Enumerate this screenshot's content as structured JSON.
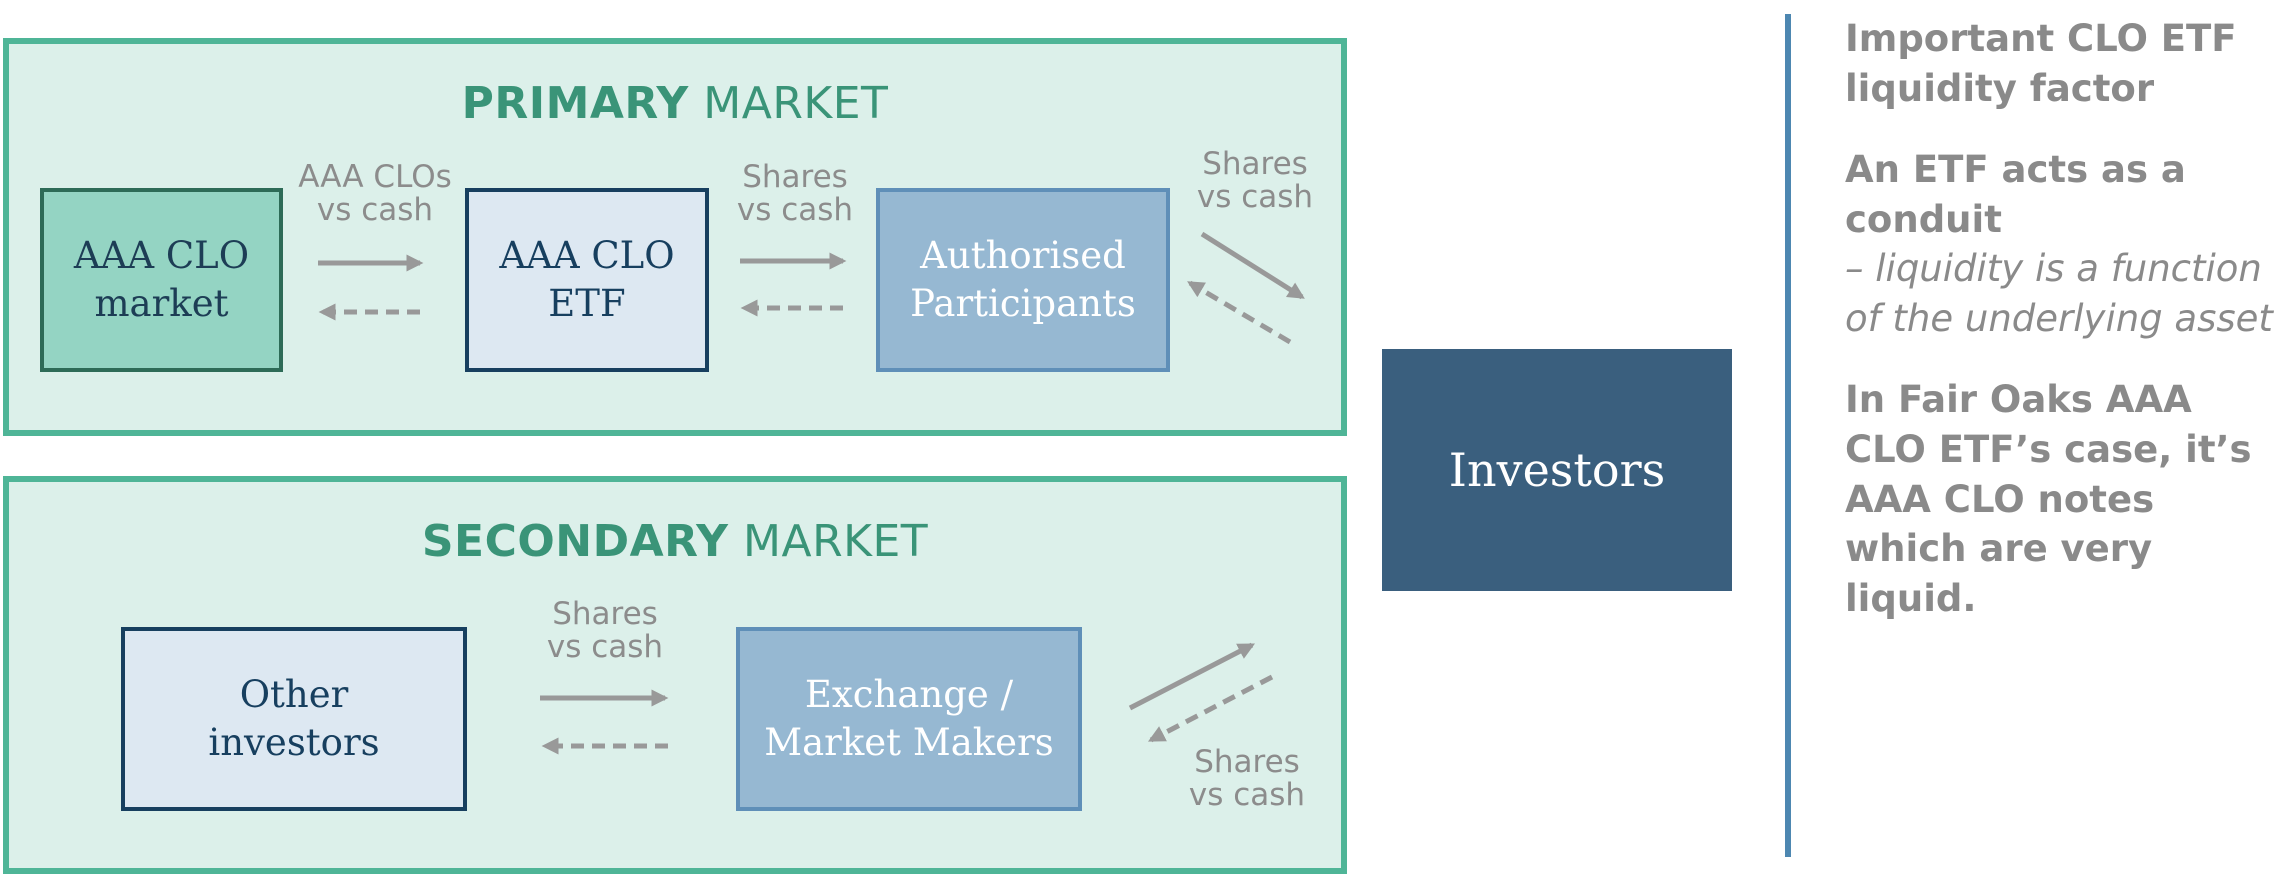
{
  "primary": {
    "title_bold": "PRIMARY",
    "title_light": " MARKET",
    "boxes": {
      "clo_market": "AAA CLO\nmarket",
      "clo_etf": "AAA CLO\nETF",
      "authorised": "Authorised\nParticipants"
    },
    "labels": {
      "clos_vs_cash": "AAA CLOs\nvs cash",
      "shares_vs_cash_1": "Shares\nvs cash",
      "shares_vs_cash_2": "Shares\nvs cash"
    }
  },
  "secondary": {
    "title_bold": "SECONDARY",
    "title_light": " MARKET",
    "boxes": {
      "other_investors": "Other\ninvestors",
      "exchange": "Exchange /\nMarket Makers"
    },
    "labels": {
      "shares_vs_cash_1": "Shares\nvs cash",
      "shares_vs_cash_2": "Shares\nvs cash"
    }
  },
  "investors": "Investors",
  "sidebar": {
    "heading": "Important CLO ETF liquidity factor",
    "conduit_bold": "An ETF acts as a conduit",
    "conduit_italic": "– liquidity is a function of the underlying asset",
    "case_text": "In Fair Oaks AAA CLO ETF’s case, it’s AAA CLO notes which are very liquid."
  },
  "colors": {
    "panel_fill": "#dcf0ea",
    "panel_border": "#4fb597",
    "title": "#3a9478",
    "investors": "#3a5f7e",
    "divider": "#4d87b1",
    "arrow": "#999999"
  }
}
